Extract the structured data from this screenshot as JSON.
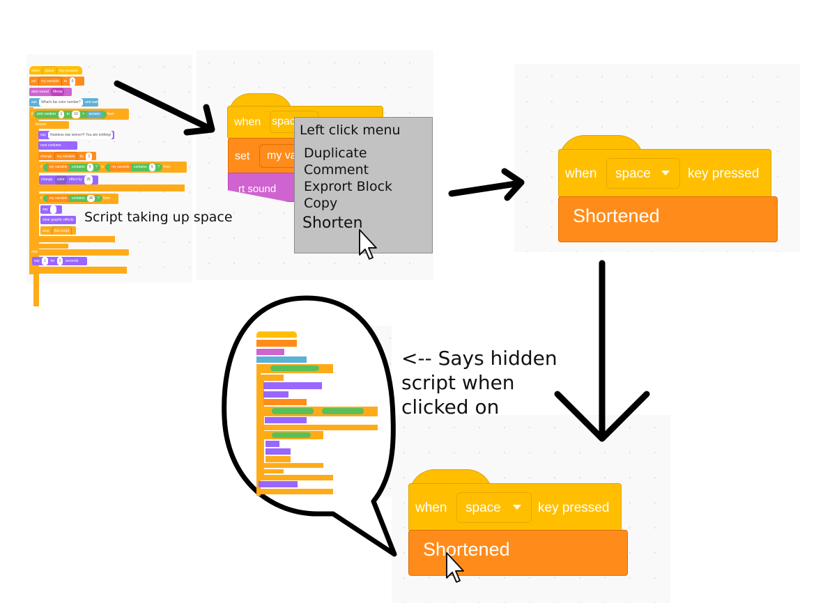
{
  "script_label": "Script taking up space",
  "menu": {
    "title": "Left click menu",
    "items": [
      "Duplicate",
      "Comment",
      "Exprort Block",
      "Copy",
      "Shorten"
    ]
  },
  "hat_block": {
    "when": "when",
    "key": "space",
    "suffix": "key pressed"
  },
  "shortened_label": "Shortened",
  "partial_blocks": {
    "when": "when",
    "key_partial": "spac",
    "set": "set",
    "var_partial": "my va",
    "sound_partial": "rt sound"
  },
  "note": "<-- Says hidden\nscript when\nclicked on",
  "mini_script": {
    "hat": [
      "when",
      "space",
      "key pressed"
    ],
    "set": [
      "set",
      "my variable",
      "to",
      "0"
    ],
    "sound": [
      "start sound",
      "Meow"
    ],
    "ask": [
      "ask",
      "What's fav color number?",
      "and wait"
    ],
    "if1": [
      "if",
      "pick random",
      "1",
      "to",
      "10",
      "=",
      "answer",
      "then"
    ],
    "forever": "forever",
    "say": [
      "say",
      "Rainbow star winner!!!  You win nothing!"
    ],
    "next_costume": "next costume",
    "change_var": [
      "change",
      "my variable",
      "by",
      "1"
    ],
    "if2": [
      "if",
      "my variable",
      "contains",
      "6",
      "?",
      "or",
      "my variable",
      "contains",
      "5",
      "?",
      "then"
    ],
    "change_effect": [
      "change",
      "color",
      "effect by",
      "25"
    ],
    "if3": [
      "if",
      "my variable",
      "contains",
      "30",
      "?",
      "then"
    ],
    "say2": "say",
    "clear": "clear graphic effects",
    "stop": [
      "stop",
      "this script"
    ],
    "else": "else",
    "say3": [
      "say",
      "1",
      "for",
      "2",
      "seconds"
    ]
  },
  "colors": {
    "events": "#ffbf00",
    "variables": "#ff8c1a",
    "sound": "#cf63cf",
    "sensing": "#5cb1d6",
    "operators": "#59c059",
    "looks": "#9966ff",
    "control": "#ffab19",
    "menu_bg": "#c2c2c2"
  }
}
